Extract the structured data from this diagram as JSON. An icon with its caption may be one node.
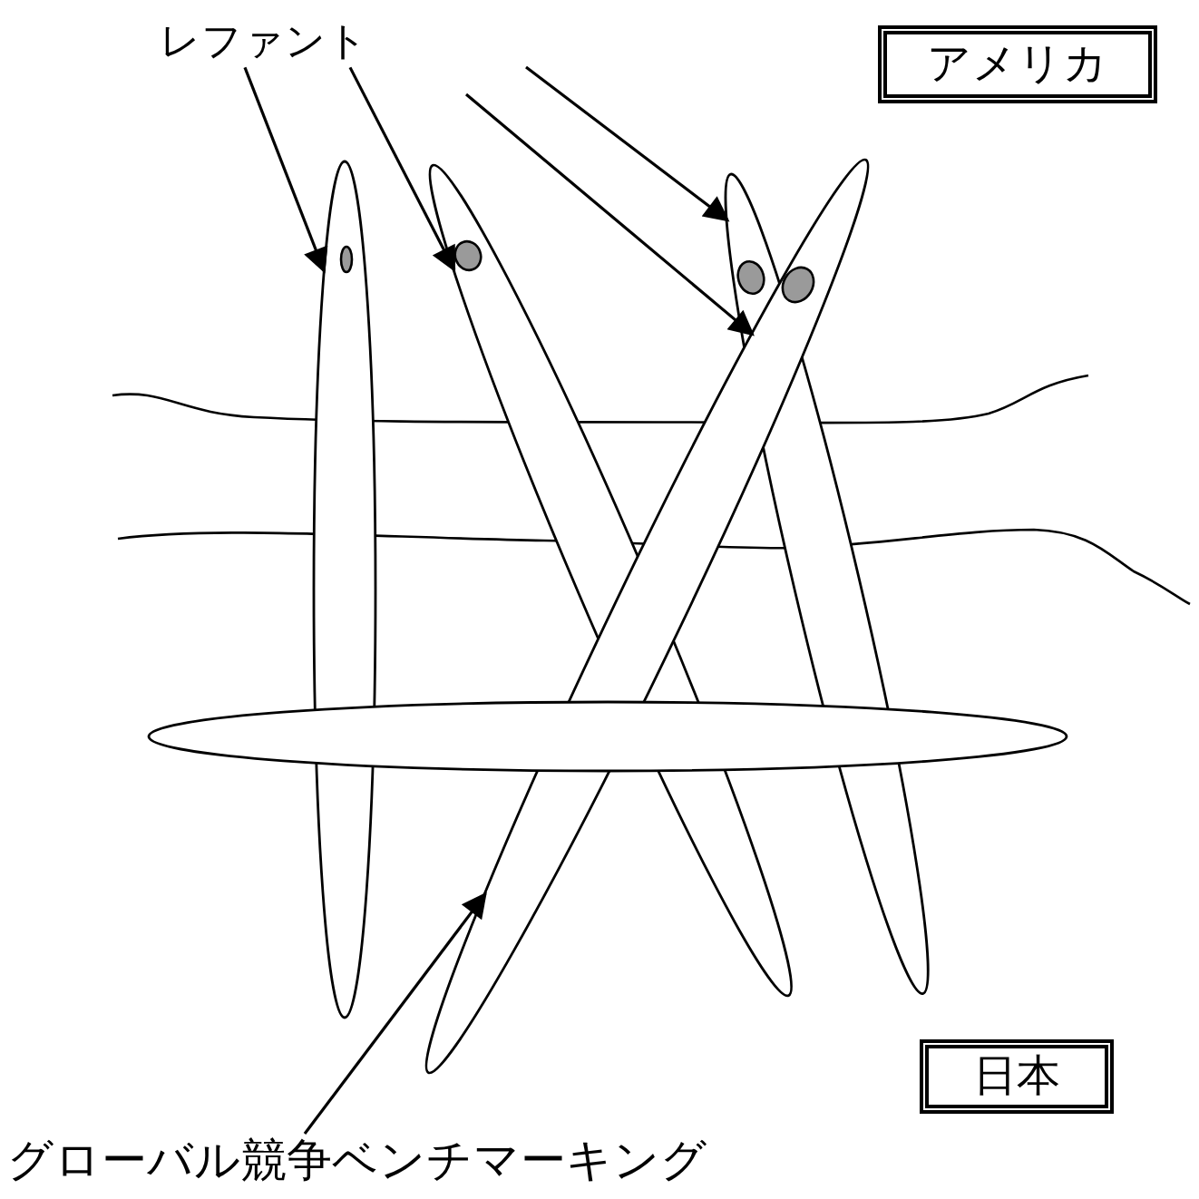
{
  "diagram": {
    "nodes": [
      {
        "text": [
          "レファント"
        ]
      },
      {
        "text": [
          "アメリカ"
        ]
      },
      {
        "text": [],
        "shape": "ellipse"
      },
      {
        "text": [],
        "shape": "ellipse"
      },
      {
        "text": [],
        "shape": "ellipse"
      },
      {
        "text": [],
        "shape": "ellipse"
      },
      {
        "text": [],
        "shape": "ellipse"
      },
      {
        "text": [
          "日本"
        ]
      },
      {
        "text": [
          "グローバル競争ベンチマーキング"
        ]
      }
    ],
    "edges": [
      {
        "from": 0,
        "to": 2,
        "arrow": "to"
      },
      {
        "from": 0,
        "to": 3,
        "arrow": "to"
      },
      {
        "from": null,
        "to": 5,
        "arrow": "to"
      },
      {
        "from": null,
        "to": 4,
        "arrow": "to"
      },
      {
        "from": 8,
        "to": 5,
        "arrow": "to"
      }
    ]
  }
}
